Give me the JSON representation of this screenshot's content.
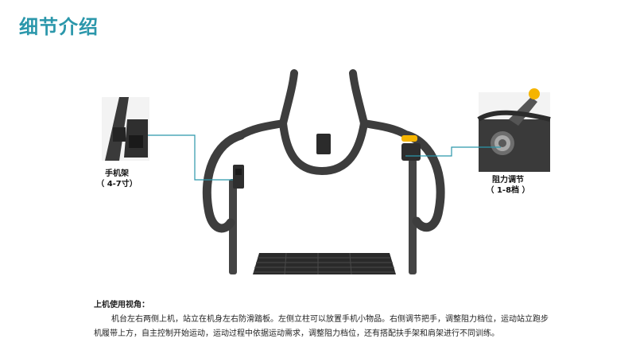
{
  "page": {
    "title": "细节介绍"
  },
  "callouts": {
    "phone_holder": {
      "name": "手机架",
      "spec": "（ 4-7寸）"
    },
    "resistance_knob": {
      "name": "阻力调节",
      "spec": "（ 1-8档 ）"
    }
  },
  "description": {
    "heading": "上机使用视角：",
    "body": "机台左右两侧上机，站立在机身左右防滑踏板。左侧立柱可以放置手机小物品。右侧调节把手，调整阻力档位，运动站立跑步机履带上方，自主控制开始运动，运动过程中依据运动需求，调整阻力档位，还有搭配扶手架和肩架进行不同训练。"
  },
  "colors": {
    "title": "#2b97ab",
    "leader_line": "#2b97ab",
    "frame": "#3d3d3d",
    "knob_accent": "#f5b400"
  }
}
